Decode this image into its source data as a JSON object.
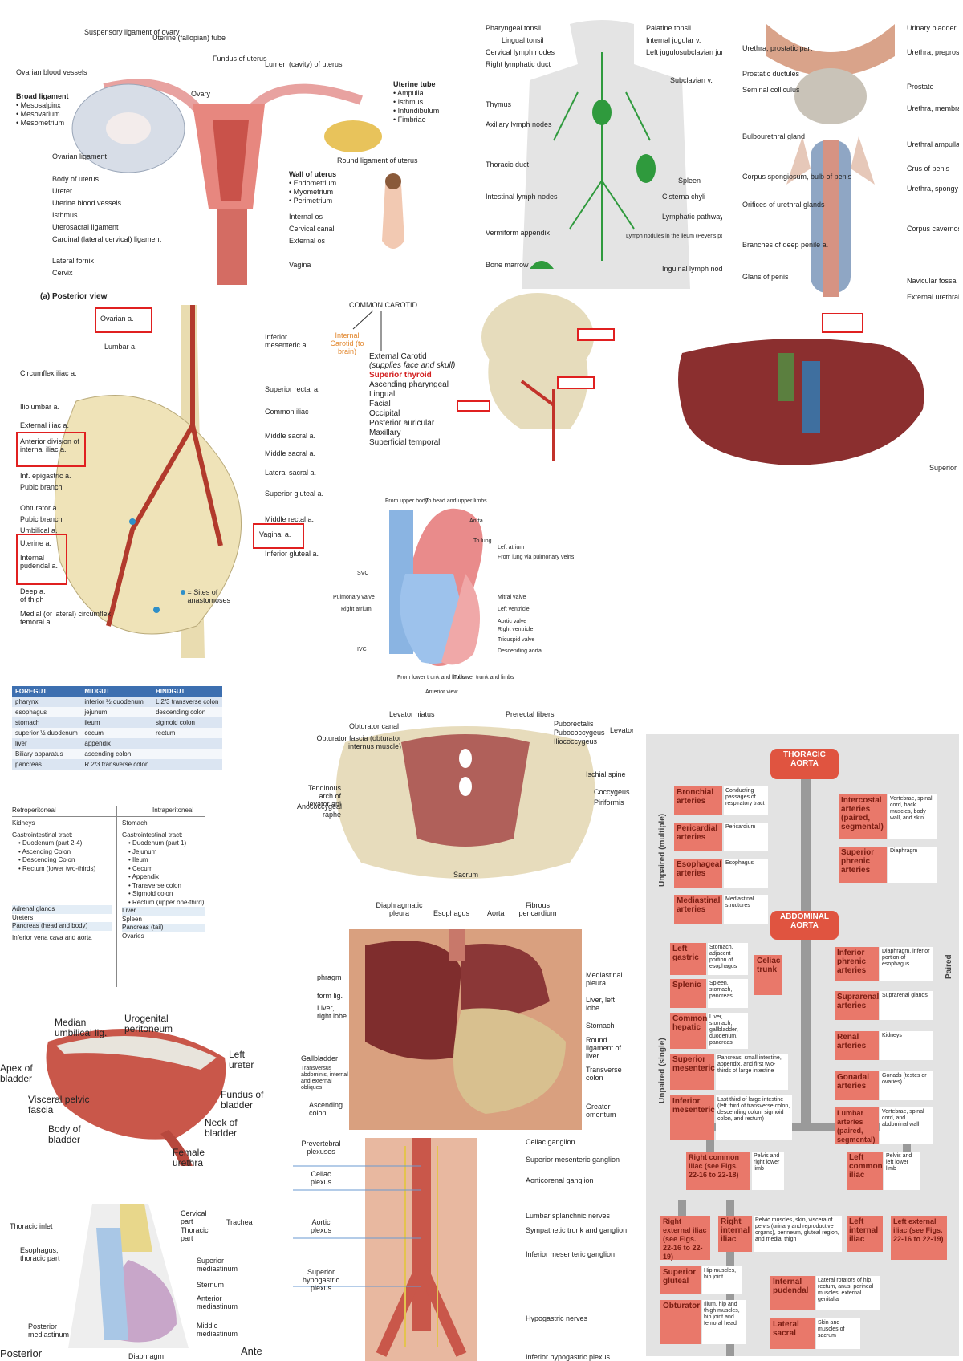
{
  "uterus": {
    "labels": [
      "Suspensory ligament of ovary",
      "Uterine (fallopian) tube",
      "Fundus of uterus",
      "Lumen (cavity) of uterus",
      "Ovarian blood vessels",
      "Broad ligament",
      "• Mesosalpinx",
      "• Mesovarium",
      "• Mesometrium",
      "Ovary",
      "Uterine tube",
      "• Ampulla",
      "• Isthmus",
      "• Infundibulum",
      "• Fimbriae",
      "Round ligament of uterus",
      "Ovarian ligament",
      "Body of uterus",
      "Ureter",
      "Uterine blood vessels",
      "Isthmus",
      "Uterosacral ligament",
      "Cardinal (lateral cervical) ligament",
      "Lateral fornix",
      "Cervix",
      "Wall of uterus",
      "• Endometrium",
      "• Myometrium",
      "• Perimetrium",
      "Internal os",
      "Cervical canal",
      "External os",
      "Vagina"
    ],
    "caption": "(a) Posterior view"
  },
  "lymph": {
    "labels": [
      "Pharyngeal tonsil",
      "Lingual tonsil",
      "Cervical lymph nodes",
      "Right lymphatic duct",
      "Thymus",
      "Axillary lymph nodes",
      "Thoracic duct",
      "Intestinal lymph nodes",
      "Vermiform appendix",
      "Bone marrow",
      "Palatine tonsil",
      "Internal jugular v.",
      "Left jugulosubclavian junction",
      "Subclavian v.",
      "Spleen",
      "Cisterna chyli",
      "Lymphatic pathways",
      "Lymph nodules in the ileum (Peyer's patches)",
      "Inguinal lymph nodes"
    ]
  },
  "urethra": {
    "labels": [
      "Urethra, prostatic part",
      "Prostatic ductules",
      "Seminal colliculus",
      "Bulbourethral gland",
      "Corpus spongiosum, bulb of penis",
      "Orifices of urethral glands",
      "Branches of deep penile a.",
      "Glans of penis",
      "Urinary bladder",
      "Urethra, preprostatic part",
      "Prostate",
      "Urethra, membranous part",
      "Urethral ampulla",
      "Crus of penis",
      "Urethra, spongy part",
      "Corpus cavernosum",
      "Navicular fossa",
      "External urethral orifice"
    ]
  },
  "iliac": {
    "boxed": [
      "Ovarian a.",
      "Anterior division of internal iliac a.",
      "Uterine a.",
      "Internal pudendal a.",
      "Vaginal a."
    ],
    "labels": [
      "Lumbar a.",
      "Circumflex iliac a.",
      "Iliolumbar a.",
      "External iliac a.",
      "Inf. epigastric a.",
      "Pubic branch",
      "Obturator a.",
      "Pubic branch",
      "Umbilical a.",
      "Deep a. of thigh",
      "Medial (or lateral) circumflex femoral a.",
      "Inferior mesenteric a.",
      "Superior rectal a.",
      "Common iliac",
      "Middle sacral a.",
      "Middle sacral a.",
      "Lateral sacral a.",
      "Superior gluteal a.",
      "Middle rectal a.",
      "Inferior gluteal a."
    ],
    "legend": "= Sites of anastomoses"
  },
  "carotid": {
    "title": "COMMON CAROTID",
    "internal": "Internal Carotid (to brain)",
    "external_title": "External Carotid",
    "external_sub": "(supplies face and skull)",
    "superior_thyroid": "Superior thyroid",
    "branches": [
      "Ascending pharyngeal",
      "Lingual",
      "Facial",
      "Occipital",
      "Posterior auricular",
      "Maxillary",
      "Superficial temporal"
    ]
  },
  "liver": {
    "corner": "Superior"
  },
  "heart": {
    "labels": [
      "From upper body",
      "To head and upper limbs",
      "Aorta",
      "To lung",
      "Left atrium",
      "From lung via pulmonary veins",
      "SVC",
      "Pulmonary valve",
      "Right atrium",
      "IVC",
      "Mitral valve",
      "Left ventricle",
      "Aortic valve",
      "Right ventricle",
      "Tricuspid valve",
      "Descending aorta",
      "From lower trunk and limbs",
      "To lower trunk and limbs"
    ],
    "caption": "Anterior view"
  },
  "gut_table": {
    "headers": [
      "FOREGUT",
      "MIDGUT",
      "HINDGUT"
    ],
    "rows": [
      [
        "pharynx",
        "inferior ½ duodenum",
        "L 2/3 transverse colon"
      ],
      [
        "esophagus",
        "jejunum",
        "descending colon"
      ],
      [
        "stomach",
        "ileum",
        "sigmoid colon"
      ],
      [
        "superior ½ duodenum",
        "cecum",
        "rectum"
      ],
      [
        "liver",
        "appendix",
        ""
      ],
      [
        "Biliary apparatus",
        "ascending colon",
        ""
      ],
      [
        "pancreas",
        "R 2/3 transverse colon",
        ""
      ]
    ]
  },
  "retro": {
    "h1": "Retroperitoneal",
    "h2": "Intraperitoneal",
    "left": [
      "Kidneys",
      "Gastrointestinal tract:",
      "• Duodenum (part 2-4)",
      "• Ascending Colon",
      "• Descending Colon",
      "• Rectum (lower two-thirds)",
      "",
      "Adrenal glands",
      "Ureters",
      "Pancreas (head and body)",
      "Inferior vena cava and aorta"
    ],
    "right": [
      "Stomach",
      "Gastrointestinal tract:",
      "• Duodenum (part 1)",
      "• Jejunum",
      "• Ileum",
      "• Cecum",
      "• Appendix",
      "• Transverse colon",
      "• Sigmoid colon",
      "• Rectum (upper one-third)",
      "Liver",
      "Spleen",
      "Pancreas (tail)",
      "",
      "Ovaries"
    ]
  },
  "pelvic_floor": {
    "labels": [
      "Levator hiatus",
      "Obturator canal",
      "Obturator fascia (obturator internus muscle)",
      "Tendinous arch of levator ani",
      "Anococcygeal raphe",
      "Prerectal fibers",
      "Puborectalis",
      "Pubococcygeus",
      "Iliococcygeus",
      "Levator ani",
      "Ischial spine",
      "Coccygeus",
      "Piriformis",
      "Sacrum"
    ]
  },
  "bladder": {
    "labels": [
      "Median umbilical lig.",
      "Urogenital peritoneum",
      "Left ureter",
      "Apex of bladder",
      "Visceral pelvic fascia",
      "Fundus of bladder",
      "Body of bladder",
      "Neck of bladder",
      "Female urethra"
    ]
  },
  "abdomen": {
    "labels": [
      "Diaphragmatic pleura",
      "Esophagus",
      "Aorta",
      "Fibrous pericardium",
      "phragm",
      "form lig.",
      "Liver, right lobe",
      "Gallbladder",
      "Transversus abdominis, internal and external obliques",
      "Ascending colon",
      "Mediastinal pleura",
      "Liver, left lobe",
      "Stomach",
      "Round ligament of liver",
      "Transverse colon",
      "Greater omentum"
    ]
  },
  "mediastinum": {
    "labels": [
      "Thoracic inlet",
      "Esophagus, thoracic part",
      "Posterior mediastinum",
      "Cervical part",
      "Thoracic part",
      "Trachea",
      "Superior mediastinum",
      "Sternum",
      "Anterior mediastinum",
      "Middle mediastinum",
      "Diaphragm"
    ],
    "bottom_left": "Posterior",
    "bottom_right": "Ante"
  },
  "plexus": {
    "left": [
      "Prevertebral plexuses",
      "Celiac plexus",
      "Aortic plexus",
      "Superior hypogastric plexus"
    ],
    "right": [
      "Celiac ganglion",
      "Superior mesenteric ganglion",
      "Aorticorenal ganglion",
      "Lumbar splanchnic nerves",
      "Sympathetic trunk and ganglion",
      "Inferior mesenteric ganglion",
      "Hypogastric nerves",
      "Inferior hypogastric plexus"
    ]
  },
  "aorta": {
    "thoracic": "THORACIC AORTA",
    "abdominal": "ABDOMINAL AORTA",
    "side_unpaired_multi": "Unpaired (multiple)",
    "side_unpaired_single": "Unpaired (single)",
    "side_paired": "Paired",
    "thoracic_left": [
      {
        "name": "Bronchial arteries",
        "desc": "Conducting passages of respiratory tract"
      },
      {
        "name": "Pericardial arteries",
        "desc": "Pericardium"
      },
      {
        "name": "Esophageal arteries",
        "desc": "Esophagus"
      },
      {
        "name": "Mediastinal arteries",
        "desc": "Mediastinal structures"
      }
    ],
    "thoracic_right": [
      {
        "name": "Intercostal arteries (paired, segmental)",
        "desc": "Vertebrae, spinal cord, back muscles, body wall, and skin"
      },
      {
        "name": "Superior phrenic arteries",
        "desc": "Diaphragm"
      }
    ],
    "celiac": "Celiac trunk",
    "abdominal_left": [
      {
        "name": "Left gastric",
        "desc": "Stomach, adjacent portion of esophagus"
      },
      {
        "name": "Splenic",
        "desc": "Spleen, stomach, pancreas"
      },
      {
        "name": "Common hepatic",
        "desc": "Liver, stomach, gallbladder, duodenum, pancreas"
      },
      {
        "name": "Superior mesenteric",
        "desc": "Pancreas, small intestine, appendix, and first two-thirds of large intestine"
      },
      {
        "name": "Inferior mesenteric",
        "desc": "Last third of large intestine (left third of transverse colon, descending colon, sigmoid colon, and rectum)"
      }
    ],
    "abdominal_right": [
      {
        "name": "Inferior phrenic arteries",
        "desc": "Diaphragm, inferior portion of esophagus"
      },
      {
        "name": "Suprarenal arteries",
        "desc": "Suprarenal glands"
      },
      {
        "name": "Renal arteries",
        "desc": "Kidneys"
      },
      {
        "name": "Gonadal arteries",
        "desc": "Gonads (testes or ovaries)"
      },
      {
        "name": "Lumbar arteries (paired, segmental)",
        "desc": "Vertebrae, spinal cord, and abdominal wall"
      }
    ],
    "right_common": {
      "name": "Right common iliac (see Figs. 22-16 to 22-18)",
      "desc": "Pelvis and right lower limb"
    },
    "left_common": {
      "name": "Left common iliac",
      "desc": "Pelvis and left lower limb"
    },
    "right_external": "Right external iliac (see Figs. 22-16 to 22-19)",
    "right_internal": {
      "name": "Right internal iliac",
      "desc": "Pelvic muscles, skin, viscera of pelvis (urinary and reproductive organs), perineum, gluteal region, and medial thigh"
    },
    "left_internal": "Left internal iliac",
    "left_external": "Left external iliac (see Figs. 22-16 to 22-19)",
    "sup_gluteal": {
      "name": "Superior gluteal",
      "desc": "Hip muscles, hip joint"
    },
    "obturator": {
      "name": "Obturator",
      "desc": "Ilium, hip and thigh muscles, hip joint and femoral head"
    },
    "int_pudendal": {
      "name": "Internal pudendal",
      "desc": "Lateral rotators of hip, rectum, anus, perineal muscles, external genitalia"
    },
    "lat_sacral": {
      "name": "Lateral sacral",
      "desc": "Skin and muscles of sacrum"
    }
  }
}
